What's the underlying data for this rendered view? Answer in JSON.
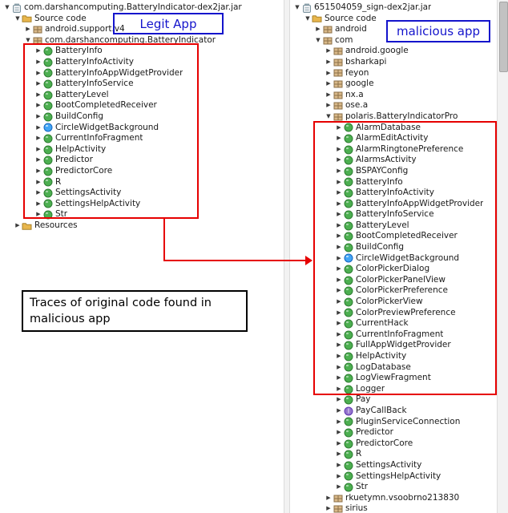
{
  "colors": {
    "highlight_red": "#e60000",
    "annotation_blue": "#1414cc"
  },
  "annotations": {
    "legit_label": "Legit App",
    "malicious_label": "malicious app",
    "traces_note": "Traces of original code found in malicious app"
  },
  "left_panel": {
    "nodes": [
      {
        "label": "com.darshancomputing.BatteryIndicator-dex2jar.jar",
        "depth": 0,
        "icon": "jar",
        "state": "expanded"
      },
      {
        "label": "Source code",
        "depth": 1,
        "icon": "folder",
        "state": "expanded"
      },
      {
        "label": "android.support.v4",
        "depth": 2,
        "icon": "package",
        "state": "collapsed"
      },
      {
        "label": "com.darshancomputing.BatteryIndicator",
        "depth": 2,
        "icon": "package",
        "state": "expanded"
      },
      {
        "label": "BatteryInfo",
        "depth": 3,
        "icon": "class",
        "state": "collapsed"
      },
      {
        "label": "BatteryInfoActivity",
        "depth": 3,
        "icon": "class",
        "state": "collapsed"
      },
      {
        "label": "BatteryInfoAppWidgetProvider",
        "depth": 3,
        "icon": "class",
        "state": "collapsed"
      },
      {
        "label": "BatteryInfoService",
        "depth": 3,
        "icon": "class",
        "state": "collapsed"
      },
      {
        "label": "BatteryLevel",
        "depth": 3,
        "icon": "class",
        "state": "collapsed"
      },
      {
        "label": "BootCompletedReceiver",
        "depth": 3,
        "icon": "class",
        "state": "collapsed"
      },
      {
        "label": "BuildConfig",
        "depth": 3,
        "icon": "class",
        "state": "collapsed"
      },
      {
        "label": "CircleWidgetBackground",
        "depth": 3,
        "icon": "class-blue",
        "state": "collapsed"
      },
      {
        "label": "CurrentInfoFragment",
        "depth": 3,
        "icon": "class",
        "state": "collapsed"
      },
      {
        "label": "HelpActivity",
        "depth": 3,
        "icon": "class",
        "state": "collapsed"
      },
      {
        "label": "Predictor",
        "depth": 3,
        "icon": "class",
        "state": "collapsed"
      },
      {
        "label": "PredictorCore",
        "depth": 3,
        "icon": "class",
        "state": "collapsed"
      },
      {
        "label": "R",
        "depth": 3,
        "icon": "class",
        "state": "collapsed"
      },
      {
        "label": "SettingsActivity",
        "depth": 3,
        "icon": "class",
        "state": "collapsed"
      },
      {
        "label": "SettingsHelpActivity",
        "depth": 3,
        "icon": "class",
        "state": "collapsed"
      },
      {
        "label": "Str",
        "depth": 3,
        "icon": "class",
        "state": "collapsed"
      },
      {
        "label": "Resources",
        "depth": 1,
        "icon": "folder",
        "state": "collapsed"
      }
    ]
  },
  "right_panel": {
    "nodes": [
      {
        "label": "651504059_sign-dex2jar.jar",
        "depth": 0,
        "icon": "jar",
        "state": "expanded"
      },
      {
        "label": "Source code",
        "depth": 1,
        "icon": "folder",
        "state": "expanded"
      },
      {
        "label": "android",
        "depth": 2,
        "icon": "package",
        "state": "collapsed"
      },
      {
        "label": "com",
        "depth": 2,
        "icon": "package",
        "state": "expanded"
      },
      {
        "label": "android.google",
        "depth": 3,
        "icon": "package",
        "state": "collapsed"
      },
      {
        "label": "bsharkapi",
        "depth": 3,
        "icon": "package",
        "state": "collapsed"
      },
      {
        "label": "feyon",
        "depth": 3,
        "icon": "package",
        "state": "collapsed"
      },
      {
        "label": "google",
        "depth": 3,
        "icon": "package",
        "state": "collapsed"
      },
      {
        "label": "nx.a",
        "depth": 3,
        "icon": "package",
        "state": "collapsed"
      },
      {
        "label": "ose.a",
        "depth": 3,
        "icon": "package",
        "state": "collapsed"
      },
      {
        "label": "polaris.BatteryIndicatorPro",
        "depth": 3,
        "icon": "package",
        "state": "expanded"
      },
      {
        "label": "AlarmDatabase",
        "depth": 4,
        "icon": "class",
        "state": "collapsed"
      },
      {
        "label": "AlarmEditActivity",
        "depth": 4,
        "icon": "class",
        "state": "collapsed"
      },
      {
        "label": "AlarmRingtonePreference",
        "depth": 4,
        "icon": "class",
        "state": "collapsed"
      },
      {
        "label": "AlarmsActivity",
        "depth": 4,
        "icon": "class",
        "state": "collapsed"
      },
      {
        "label": "BSPAYConfig",
        "depth": 4,
        "icon": "class",
        "state": "collapsed"
      },
      {
        "label": "BatteryInfo",
        "depth": 4,
        "icon": "class",
        "state": "collapsed"
      },
      {
        "label": "BatteryInfoActivity",
        "depth": 4,
        "icon": "class",
        "state": "collapsed"
      },
      {
        "label": "BatteryInfoAppWidgetProvider",
        "depth": 4,
        "icon": "class",
        "state": "collapsed"
      },
      {
        "label": "BatteryInfoService",
        "depth": 4,
        "icon": "class",
        "state": "collapsed"
      },
      {
        "label": "BatteryLevel",
        "depth": 4,
        "icon": "class",
        "state": "collapsed"
      },
      {
        "label": "BootCompletedReceiver",
        "depth": 4,
        "icon": "class",
        "state": "collapsed"
      },
      {
        "label": "BuildConfig",
        "depth": 4,
        "icon": "class",
        "state": "collapsed"
      },
      {
        "label": "CircleWidgetBackground",
        "depth": 4,
        "icon": "class-blue",
        "state": "collapsed"
      },
      {
        "label": "ColorPickerDialog",
        "depth": 4,
        "icon": "class",
        "state": "collapsed"
      },
      {
        "label": "ColorPickerPanelView",
        "depth": 4,
        "icon": "class",
        "state": "collapsed"
      },
      {
        "label": "ColorPickerPreference",
        "depth": 4,
        "icon": "class",
        "state": "collapsed"
      },
      {
        "label": "ColorPickerView",
        "depth": 4,
        "icon": "class",
        "state": "collapsed"
      },
      {
        "label": "ColorPreviewPreference",
        "depth": 4,
        "icon": "class",
        "state": "collapsed"
      },
      {
        "label": "CurrentHack",
        "depth": 4,
        "icon": "class",
        "state": "collapsed"
      },
      {
        "label": "CurrentInfoFragment",
        "depth": 4,
        "icon": "class",
        "state": "collapsed"
      },
      {
        "label": "FullAppWidgetProvider",
        "depth": 4,
        "icon": "class",
        "state": "collapsed"
      },
      {
        "label": "HelpActivity",
        "depth": 4,
        "icon": "class",
        "state": "collapsed"
      },
      {
        "label": "LogDatabase",
        "depth": 4,
        "icon": "class",
        "state": "collapsed"
      },
      {
        "label": "LogViewFragment",
        "depth": 4,
        "icon": "class",
        "state": "collapsed"
      },
      {
        "label": "Logger",
        "depth": 4,
        "icon": "class",
        "state": "collapsed"
      },
      {
        "label": "Pay",
        "depth": 4,
        "icon": "class",
        "state": "collapsed"
      },
      {
        "label": "PayCallBack",
        "depth": 4,
        "icon": "interface",
        "state": "collapsed"
      },
      {
        "label": "PluginServiceConnection",
        "depth": 4,
        "icon": "class",
        "state": "collapsed"
      },
      {
        "label": "Predictor",
        "depth": 4,
        "icon": "class",
        "state": "collapsed"
      },
      {
        "label": "PredictorCore",
        "depth": 4,
        "icon": "class",
        "state": "collapsed"
      },
      {
        "label": "R",
        "depth": 4,
        "icon": "class",
        "state": "collapsed"
      },
      {
        "label": "SettingsActivity",
        "depth": 4,
        "icon": "class",
        "state": "collapsed"
      },
      {
        "label": "SettingsHelpActivity",
        "depth": 4,
        "icon": "class",
        "state": "collapsed"
      },
      {
        "label": "Str",
        "depth": 4,
        "icon": "class",
        "state": "collapsed"
      },
      {
        "label": "rkuetymn.vsoobrno213830",
        "depth": 3,
        "icon": "package",
        "state": "collapsed"
      },
      {
        "label": "sirius",
        "depth": 3,
        "icon": "package",
        "state": "collapsed"
      }
    ]
  }
}
